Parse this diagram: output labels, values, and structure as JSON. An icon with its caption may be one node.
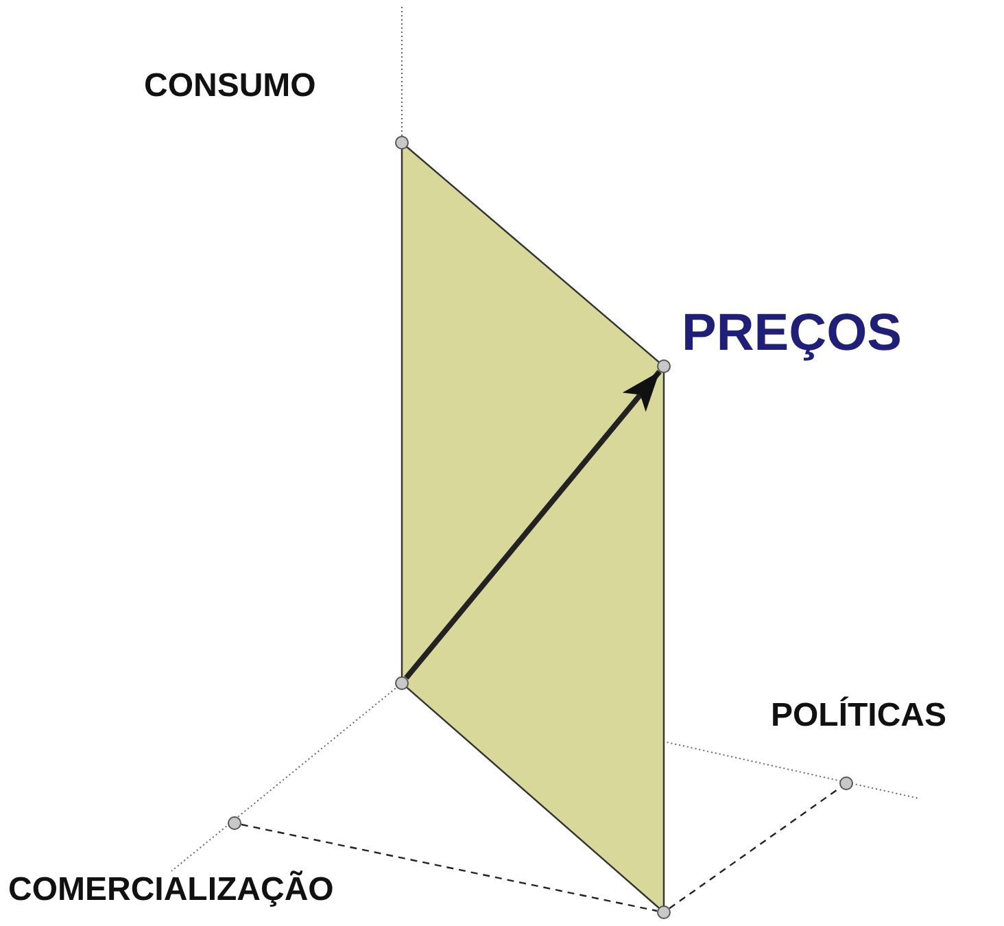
{
  "diagram": {
    "nodes": [
      {
        "text": [],
        "shape": "circle"
      },
      {
        "text": [],
        "shape": "circle",
        "beside": [
          "CONSUMO"
        ]
      },
      {
        "text": [],
        "shape": "circle",
        "beside": [
          "PREÇOS"
        ]
      },
      {
        "text": [],
        "shape": "circle",
        "beside": [
          "COMERCIALIZAÇÃO"
        ]
      },
      {
        "text": [],
        "shape": "circle"
      },
      {
        "text": [],
        "shape": "circle",
        "beside": [
          "POLÍTICAS"
        ]
      }
    ],
    "edges": [
      {
        "from": 0,
        "to": 2,
        "arrow": "to",
        "style": "thick"
      },
      {
        "from": 3,
        "to": 4,
        "arrow": "none",
        "style": "dashed"
      },
      {
        "from": 4,
        "to": 5,
        "arrow": "none",
        "style": "dashed"
      }
    ]
  }
}
